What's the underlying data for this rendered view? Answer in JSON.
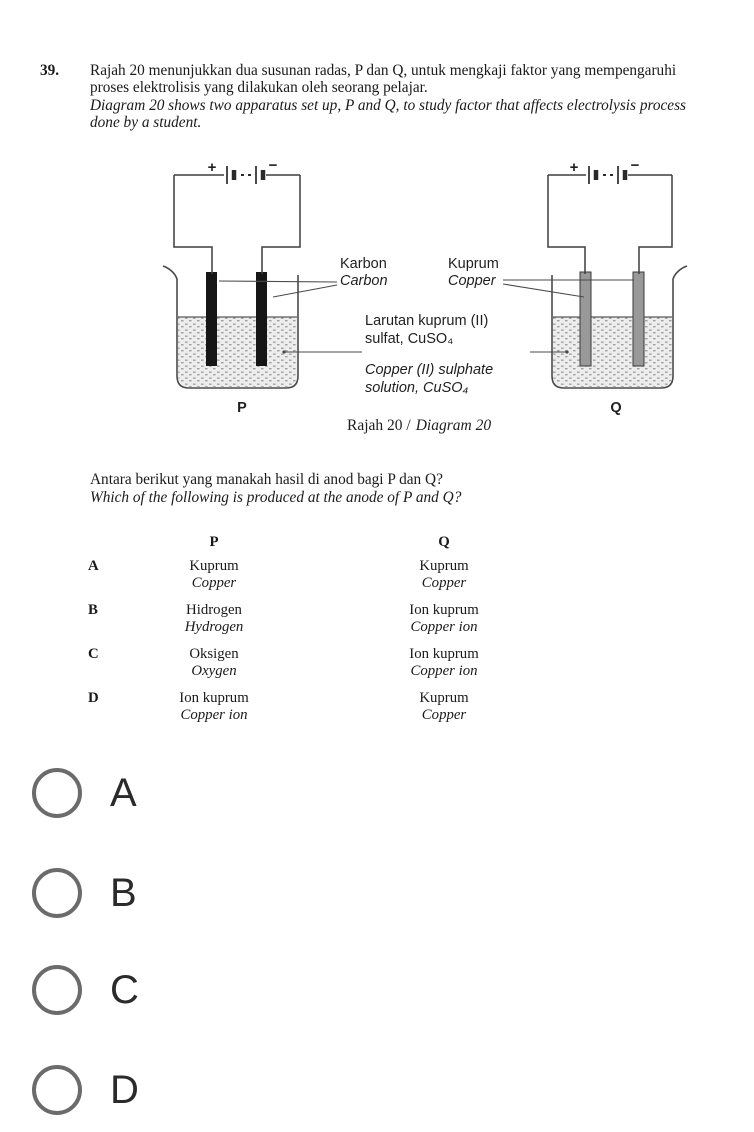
{
  "question": {
    "number": "39.",
    "intro_ms_line1": "Rajah 20 menunjukkan dua susunan radas, P dan Q, untuk mengkaji faktor yang mempengaruhi",
    "intro_ms_line2": "proses elektrolisis yang dilakukan oleh seorang pelajar.",
    "intro_en_line1": "Diagram 20 shows two apparatus set up, P and Q, to study factor that affects electrolysis process",
    "intro_en_line2": "done by a student.",
    "prompt_ms": "Antara berikut yang manakah hasil di anod bagi P dan Q?",
    "prompt_en": "Which of the following is produced at the anode of P and Q?"
  },
  "diagram": {
    "battery_plus": "+",
    "battery_minus": "−",
    "electrode_p_label_ms": "Karbon",
    "electrode_p_label_en": "Carbon",
    "electrode_q_label_ms": "Kuprum",
    "electrode_q_label_en": "Copper",
    "solution_label_ms_line1": "Larutan kuprum (II)",
    "solution_label_ms_line2": "sulfat, CuSO₄",
    "solution_label_en_line1": "Copper (II) sulphate",
    "solution_label_en_line2": "solution, CuSO₄",
    "cell_p_label": "P",
    "cell_q_label": "Q",
    "caption_ms": "Rajah 20 /",
    "caption_en": "Diagram 20"
  },
  "options_table": {
    "header_p": "P",
    "header_q": "Q",
    "rows": [
      {
        "letter": "A",
        "p_ms": "Kuprum",
        "p_en": "Copper",
        "q_ms": "Kuprum",
        "q_en": "Copper"
      },
      {
        "letter": "B",
        "p_ms": "Hidrogen",
        "p_en": "Hydrogen",
        "q_ms": "Ion kuprum",
        "q_en": "Copper ion"
      },
      {
        "letter": "C",
        "p_ms": "Oksigen",
        "p_en": "Oxygen",
        "q_ms": "Ion kuprum",
        "q_en": "Copper ion"
      },
      {
        "letter": "D",
        "p_ms": "Ion kuprum",
        "p_en": "Copper ion",
        "q_ms": "Kuprum",
        "q_en": "Copper"
      }
    ]
  },
  "answers": [
    {
      "label": "A"
    },
    {
      "label": "B"
    },
    {
      "label": "C"
    },
    {
      "label": "D"
    }
  ],
  "colors": {
    "radio_border": "#6b6b6b",
    "ink": "#1a1a1a",
    "electrode_carbon": "#161616",
    "electrode_copper": "#999999",
    "solution_bg": "#ededed"
  }
}
